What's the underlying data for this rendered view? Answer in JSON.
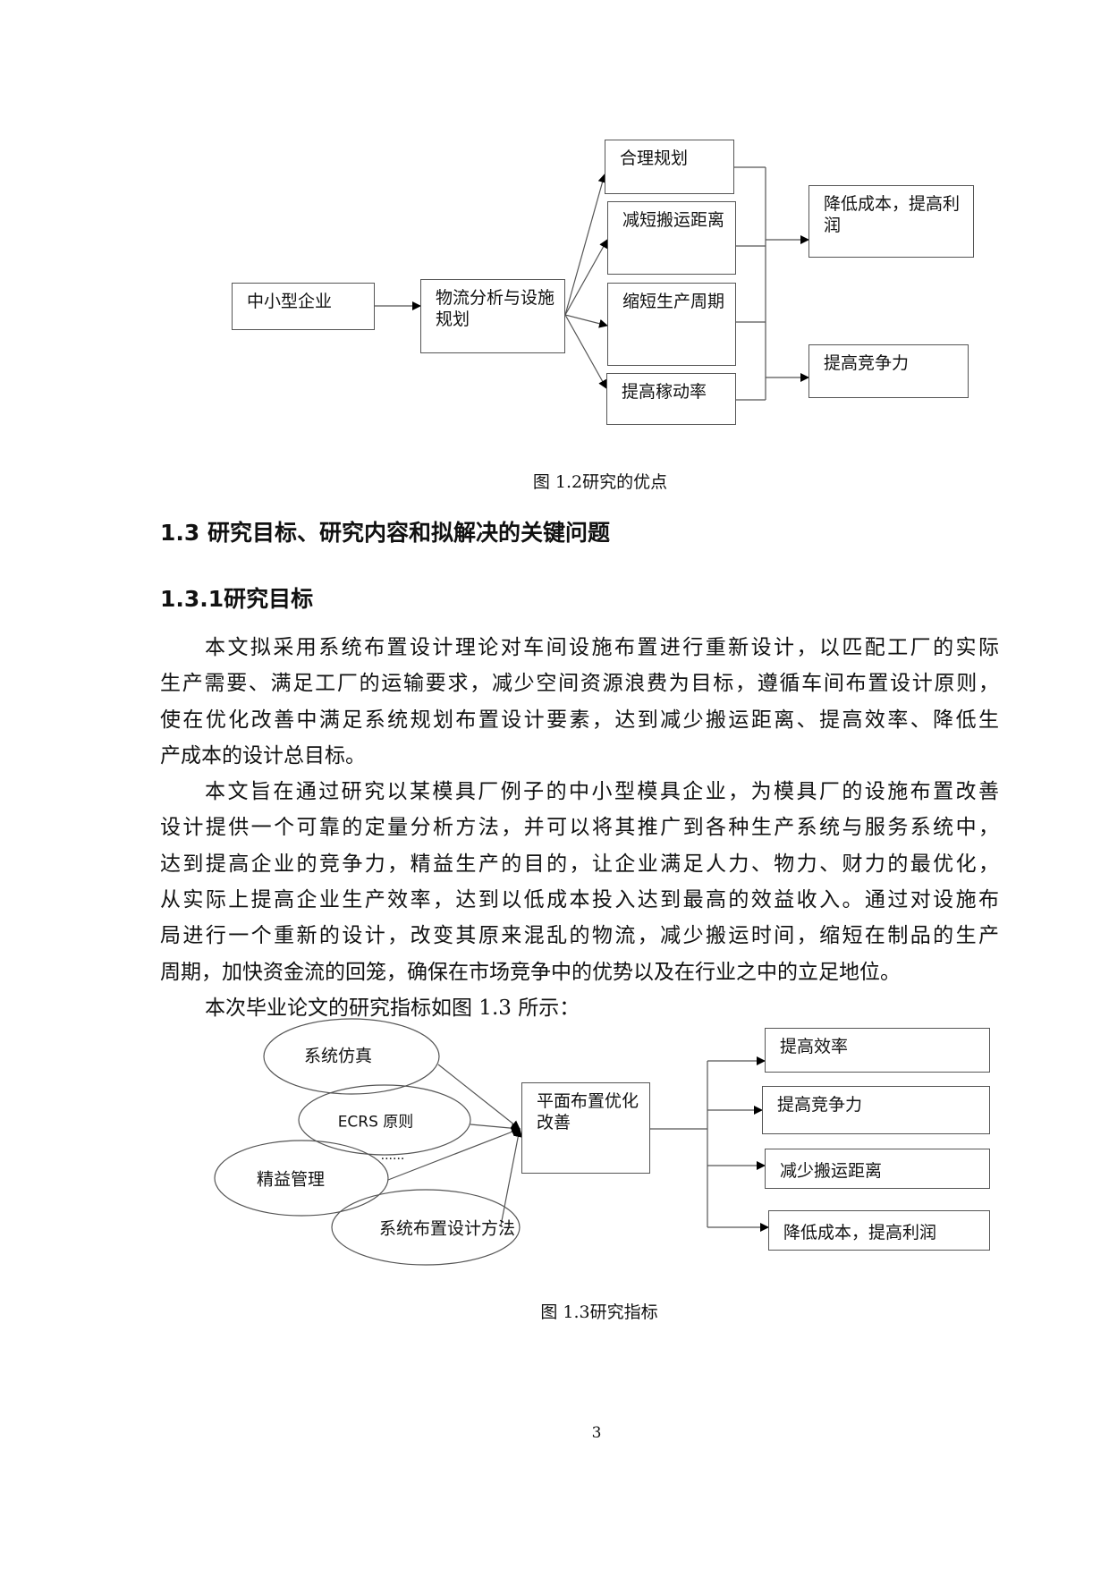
{
  "figure_1_2": {
    "boxes": {
      "sme": "中小型企业",
      "logistics": "物流分析与设施规划",
      "plan": "合理规划",
      "distance": "减短搬运距离",
      "cycle": "缩短生产周期",
      "utilization": "提高稼动率",
      "cost": "降低成本，提高利润",
      "competitiveness": "提高竞争力"
    },
    "caption": "图  1.2研究的优点"
  },
  "section": {
    "heading": "1.3   研究目标、研究内容和拟解决的关键问题",
    "subheading": "1.3.1研究目标",
    "paragraph1": [
      "本文拟采用系统布置设计理论对车间设施布置进行重新设计，以匹配工厂的实际",
      "生产需要、满足工厂的运输要求，减少空间资源浪费为目标，遵循车间布置设计原则，",
      "使在优化改善中满足系统规划布置设计要素，达到减少搬运距离、提高效率、降低生",
      "产成本的设计总目标。"
    ],
    "paragraph2": [
      "本文旨在通过研究以某模具厂例子的中小型模具企业，为模具厂的设施布置改善",
      "设计提供一个可靠的定量分析方法，并可以将其推广到各种生产系统与服务系统中，",
      "达到提高企业的竞争力，精益生产的目的，让企业满足人力、物力、财力的最优化，",
      "从实际上提高企业生产效率，达到以低成本投入达到最高的效益收入。通过对设施布",
      "局进行一个重新的设计，改变其原来混乱的物流，减少搬运时间，缩短在制品的生产",
      "周期，加快资金流的回笼，确保在市场竞争中的优势以及在行业之中的立足地位。"
    ],
    "paragraph3": "本次毕业论文的研究指标如图  1.3 所示："
  },
  "figure_1_3": {
    "ovals": [
      "系统仿真",
      "ECRS 原则",
      "精益管理",
      "系统布置设计方法"
    ],
    "ellipsis": "......",
    "center_box": "平面布置优化改善",
    "outcomes": [
      "提高效率",
      "提高竞争力",
      "减少搬运距离",
      "降低成本，提高利润"
    ],
    "caption": "图  1.3研究指标"
  },
  "page_number": "3"
}
